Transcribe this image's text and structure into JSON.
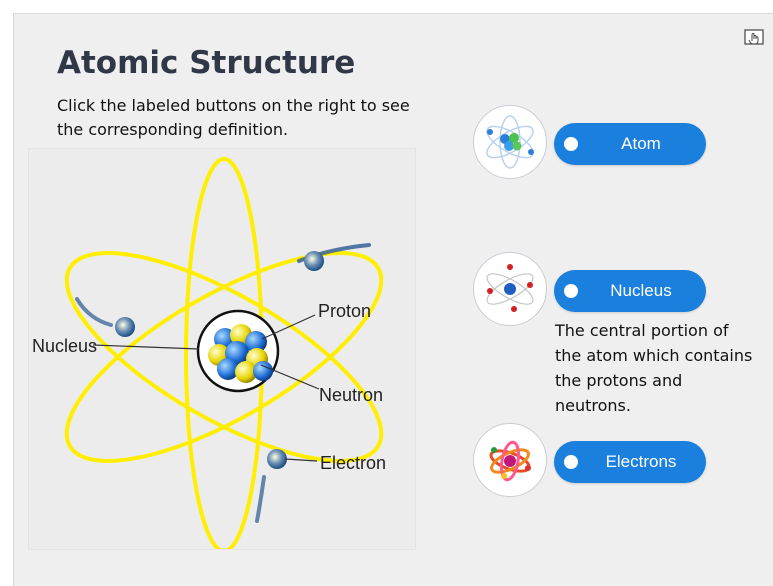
{
  "slide": {
    "title": "Atomic Structure",
    "instructions": "Click the labeled buttons on the right to see the corresponding definition."
  },
  "diagram": {
    "labels": {
      "nucleus": "Nucleus",
      "proton": "Proton",
      "neutron": "Neutron",
      "electron": "Electron"
    }
  },
  "buttons": [
    {
      "label": "Atom",
      "icon": "atom-icon"
    },
    {
      "label": "Nucleus",
      "icon": "nucleus-icon"
    },
    {
      "label": "Electrons",
      "icon": "electrons-icon"
    }
  ],
  "definition": {
    "text": "The central portion of the atom which contains the protons and neutrons."
  },
  "corner": {
    "icon": "touch-screen-icon"
  },
  "colors": {
    "button_blue": "#1a7fdd",
    "title": "#303747",
    "orbit_yellow": "#ffee00",
    "panel_bg": "#efefef"
  }
}
